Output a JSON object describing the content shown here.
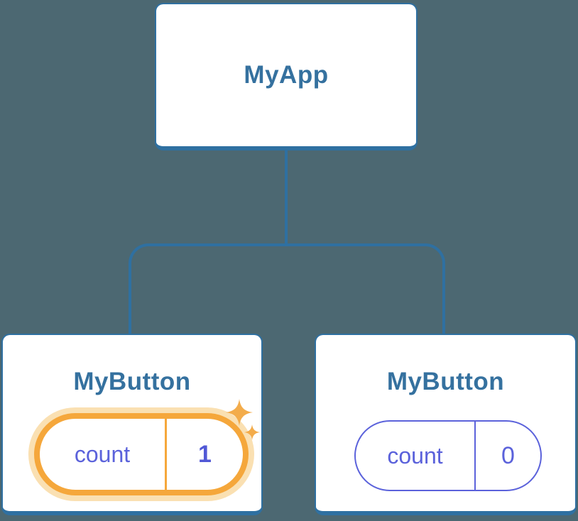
{
  "diagram": {
    "type": "component-tree",
    "tree": {
      "root": {
        "label": "MyApp"
      },
      "children": [
        {
          "label": "MyButton",
          "state": {
            "key": "count",
            "value": "1"
          },
          "highlighted": true,
          "decorations": [
            "sparkle-large",
            "sparkle-small"
          ]
        },
        {
          "label": "MyButton",
          "state": {
            "key": "count",
            "value": "0"
          },
          "highlighted": false
        }
      ]
    },
    "colors": {
      "background": "#4C6872",
      "connector_line": "#2F70A1",
      "card_border": "#2F70A1",
      "card_background": "#FFFFFF",
      "node_label_text": "#35719F",
      "state_text": "#5B62DB",
      "state_value_highlighted_text": "#5158D6",
      "highlight_ring": "#F5A73B",
      "highlight_glow": "#FAE0B2",
      "sparkle": "#F3AC4B"
    }
  }
}
